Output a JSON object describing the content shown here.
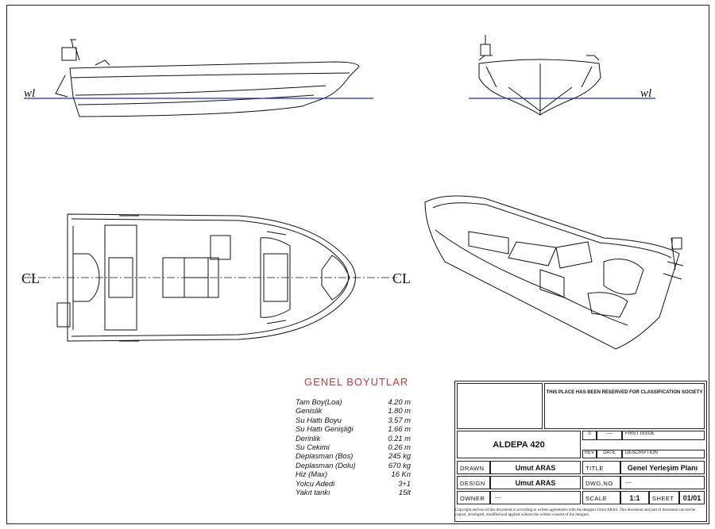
{
  "labels": {
    "waterline": "wl",
    "centerline": "CL"
  },
  "dimensions": {
    "title": "GENEL BOYUTLAR",
    "rows": [
      {
        "label": "Tam Boy(Loa)",
        "value": "4.20 m"
      },
      {
        "label": "Genislik",
        "value": "1.80 m"
      },
      {
        "label": "Su Hattı Boyu",
        "value": "3.57 m"
      },
      {
        "label": "Su Hattı Genişliği",
        "value": "1.66 m"
      },
      {
        "label": "Derinlik",
        "value": "0.21 m"
      },
      {
        "label": "Su Cekimi",
        "value": "0.26 m"
      },
      {
        "label": "Deplasman (Bos)",
        "value": "245 kg"
      },
      {
        "label": "Deplasman (Dolu)",
        "value": "670 kg"
      },
      {
        "label": "Hiz (Max)",
        "value": "16 Kn"
      },
      {
        "label": "Yolcu Adedi",
        "value": "3+1"
      },
      {
        "label": "Yakıt tankı",
        "value": "15lt"
      }
    ]
  },
  "title_block": {
    "classification_note": "THIS PLACE HAS BEEN RESERVED FOR CLASSIFICATION SOCIETY",
    "project_name": "ALDEPA 420",
    "revision": {
      "rev": "0",
      "date": "----",
      "description": "FIRST ISSUE"
    },
    "revision_headers": {
      "rev": "REV",
      "date": "DATE",
      "description": "DESCRIPTION"
    },
    "drawn_label": "DRAWN",
    "drawn_value": "Umut ARAS",
    "design_label": "DESIGN",
    "design_value": "Umut ARAS",
    "owner_label": "OWNER",
    "owner_value": "----",
    "title_label": "TITLE",
    "title_value": "Genel Yerleşim Planı",
    "dwg_label": "DWG.NO",
    "dwg_value": "----",
    "scale_label": "SCALE",
    "scale_value": "1:1",
    "sheet_label": "SHEET",
    "sheet_value": "01/01",
    "copyright": "Copyright and use of this document is according to written agreements with the designer Umut ARAS. This document and part of document can not be copied, developed, modified and applied without the written consent of the designer."
  },
  "colors": {
    "waterline": "#1f2fbf",
    "dims_title": "#c23b3b",
    "ink": "#111111"
  }
}
